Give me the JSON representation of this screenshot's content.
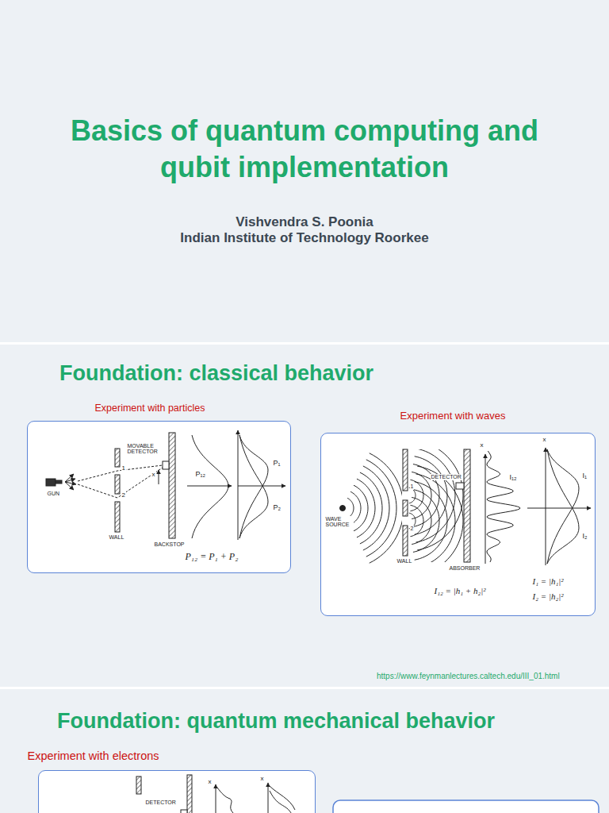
{
  "diagram": {
    "title": "Basics of quantum computing and qubit implementation",
    "nodes": [
      {
        "text": [
          "Experiment with particles",
          "MOVABLE DETECTOR",
          "GUN",
          "WALL",
          "BACKSTOP",
          "1",
          "2",
          "x",
          "P₁₂",
          "P₁",
          "P₂",
          "P₁₂ = P₁ + P₂"
        ]
      },
      {
        "text": [
          "Experiment with waves",
          "DETECTOR",
          "WAVE SOURCE",
          "WALL",
          "ABSORBER",
          "x",
          "x",
          "I₁₂",
          "I₁",
          "I₂",
          "1",
          "2",
          "I₁₂ = |h₁ + h₂|²",
          "I₁ = |h₁|²",
          "I₂ = |h₂|²"
        ]
      },
      {
        "text": [
          "Experiment with electrons",
          "DETECTOR",
          "x",
          "x"
        ]
      }
    ],
    "labels": [
      "Vishvendra S. Poonia",
      "Indian Institute of Technology Roorkee",
      "Foundation: classical behavior",
      "https://www.feynmanlectures.caltech.edu/III_01.html",
      "Foundation: quantum mechanical behavior"
    ]
  }
}
